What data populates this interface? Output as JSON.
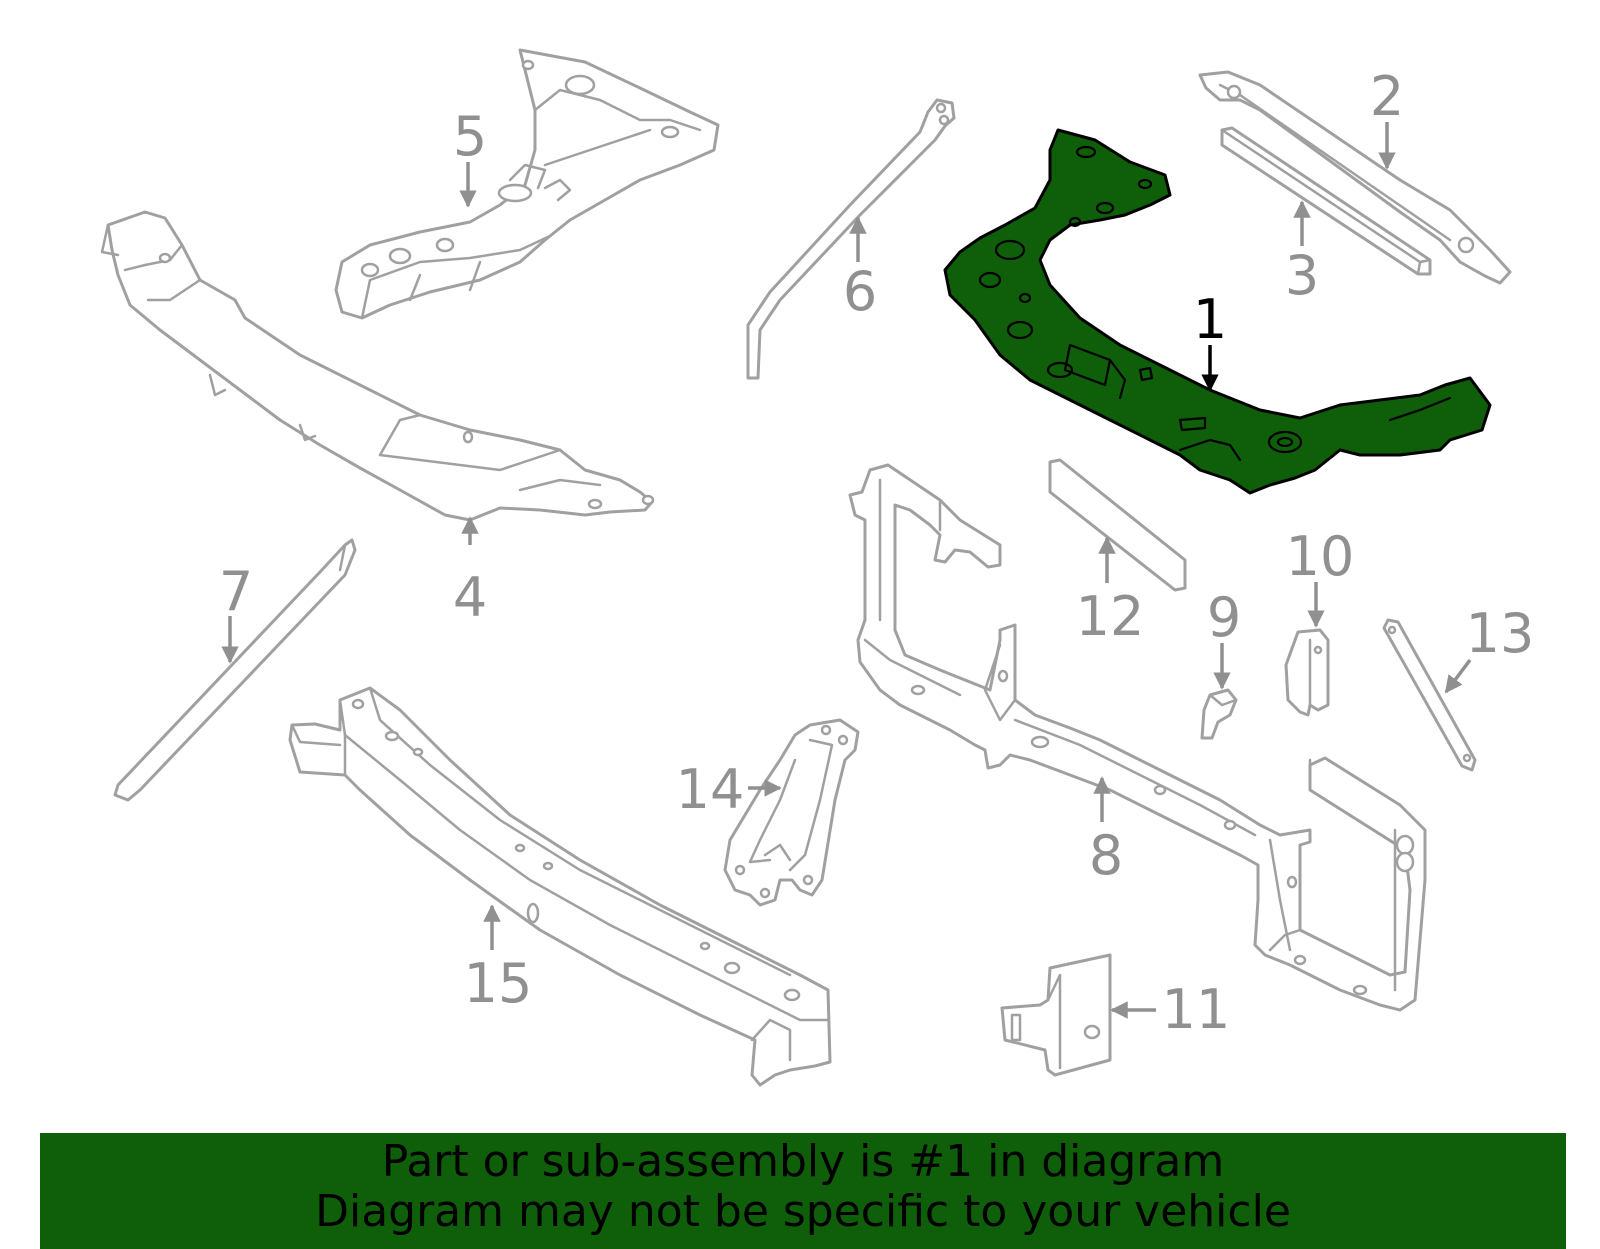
{
  "diagram": {
    "highlight_color": "#0f5e0a",
    "outline_color": "#a0a0a0",
    "callouts": [
      "1",
      "2",
      "3",
      "4",
      "5",
      "6",
      "7",
      "8",
      "9",
      "10",
      "11",
      "12",
      "13",
      "14",
      "15"
    ],
    "highlighted_callout": "1"
  },
  "banner": {
    "line1": "Part or sub-assembly is #1 in diagram",
    "line2": "Diagram may not be specific to your vehicle",
    "background": "#0f5e0a"
  }
}
